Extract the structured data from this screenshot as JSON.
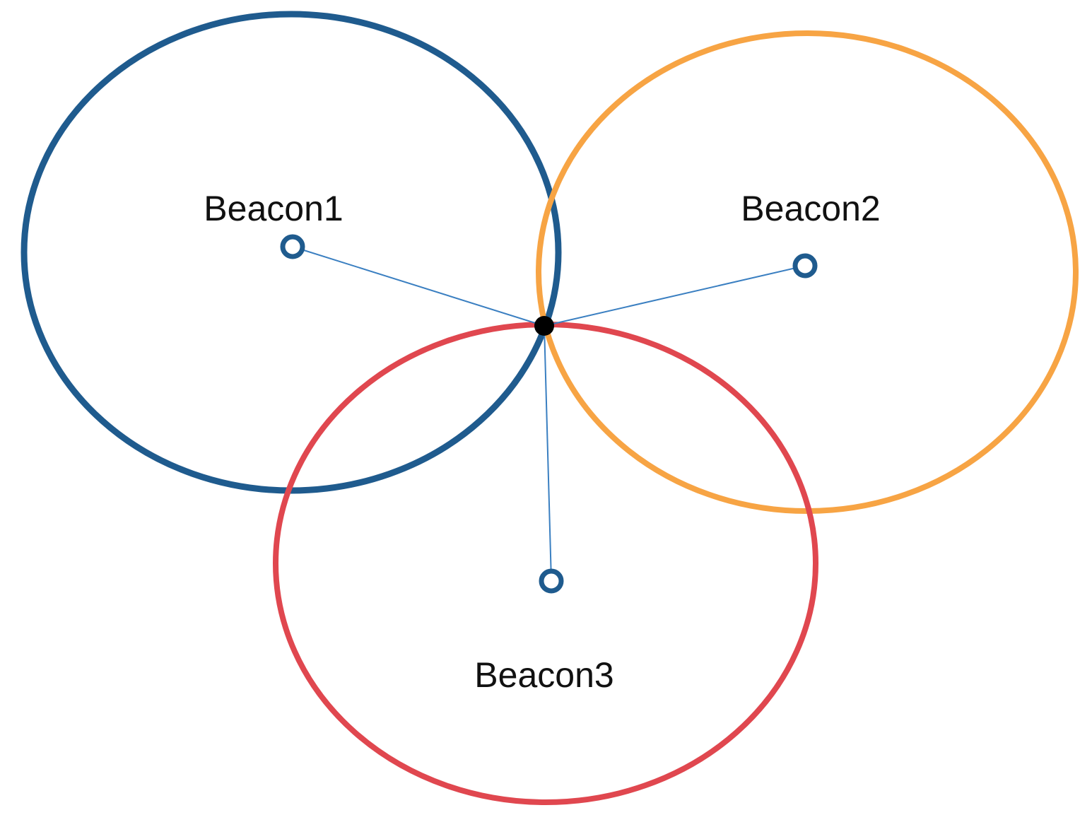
{
  "diagram": {
    "beacons": [
      {
        "label": "Beacon1",
        "ring_color": "#1f5b8e"
      },
      {
        "label": "Beacon2",
        "ring_color": "#f7a444"
      },
      {
        "label": "Beacon3",
        "ring_color": "#e0474f"
      }
    ],
    "link_color": "#3a7fc1",
    "beacon_marker_color": "#1f5b8e",
    "target_point_color": "#000000"
  }
}
